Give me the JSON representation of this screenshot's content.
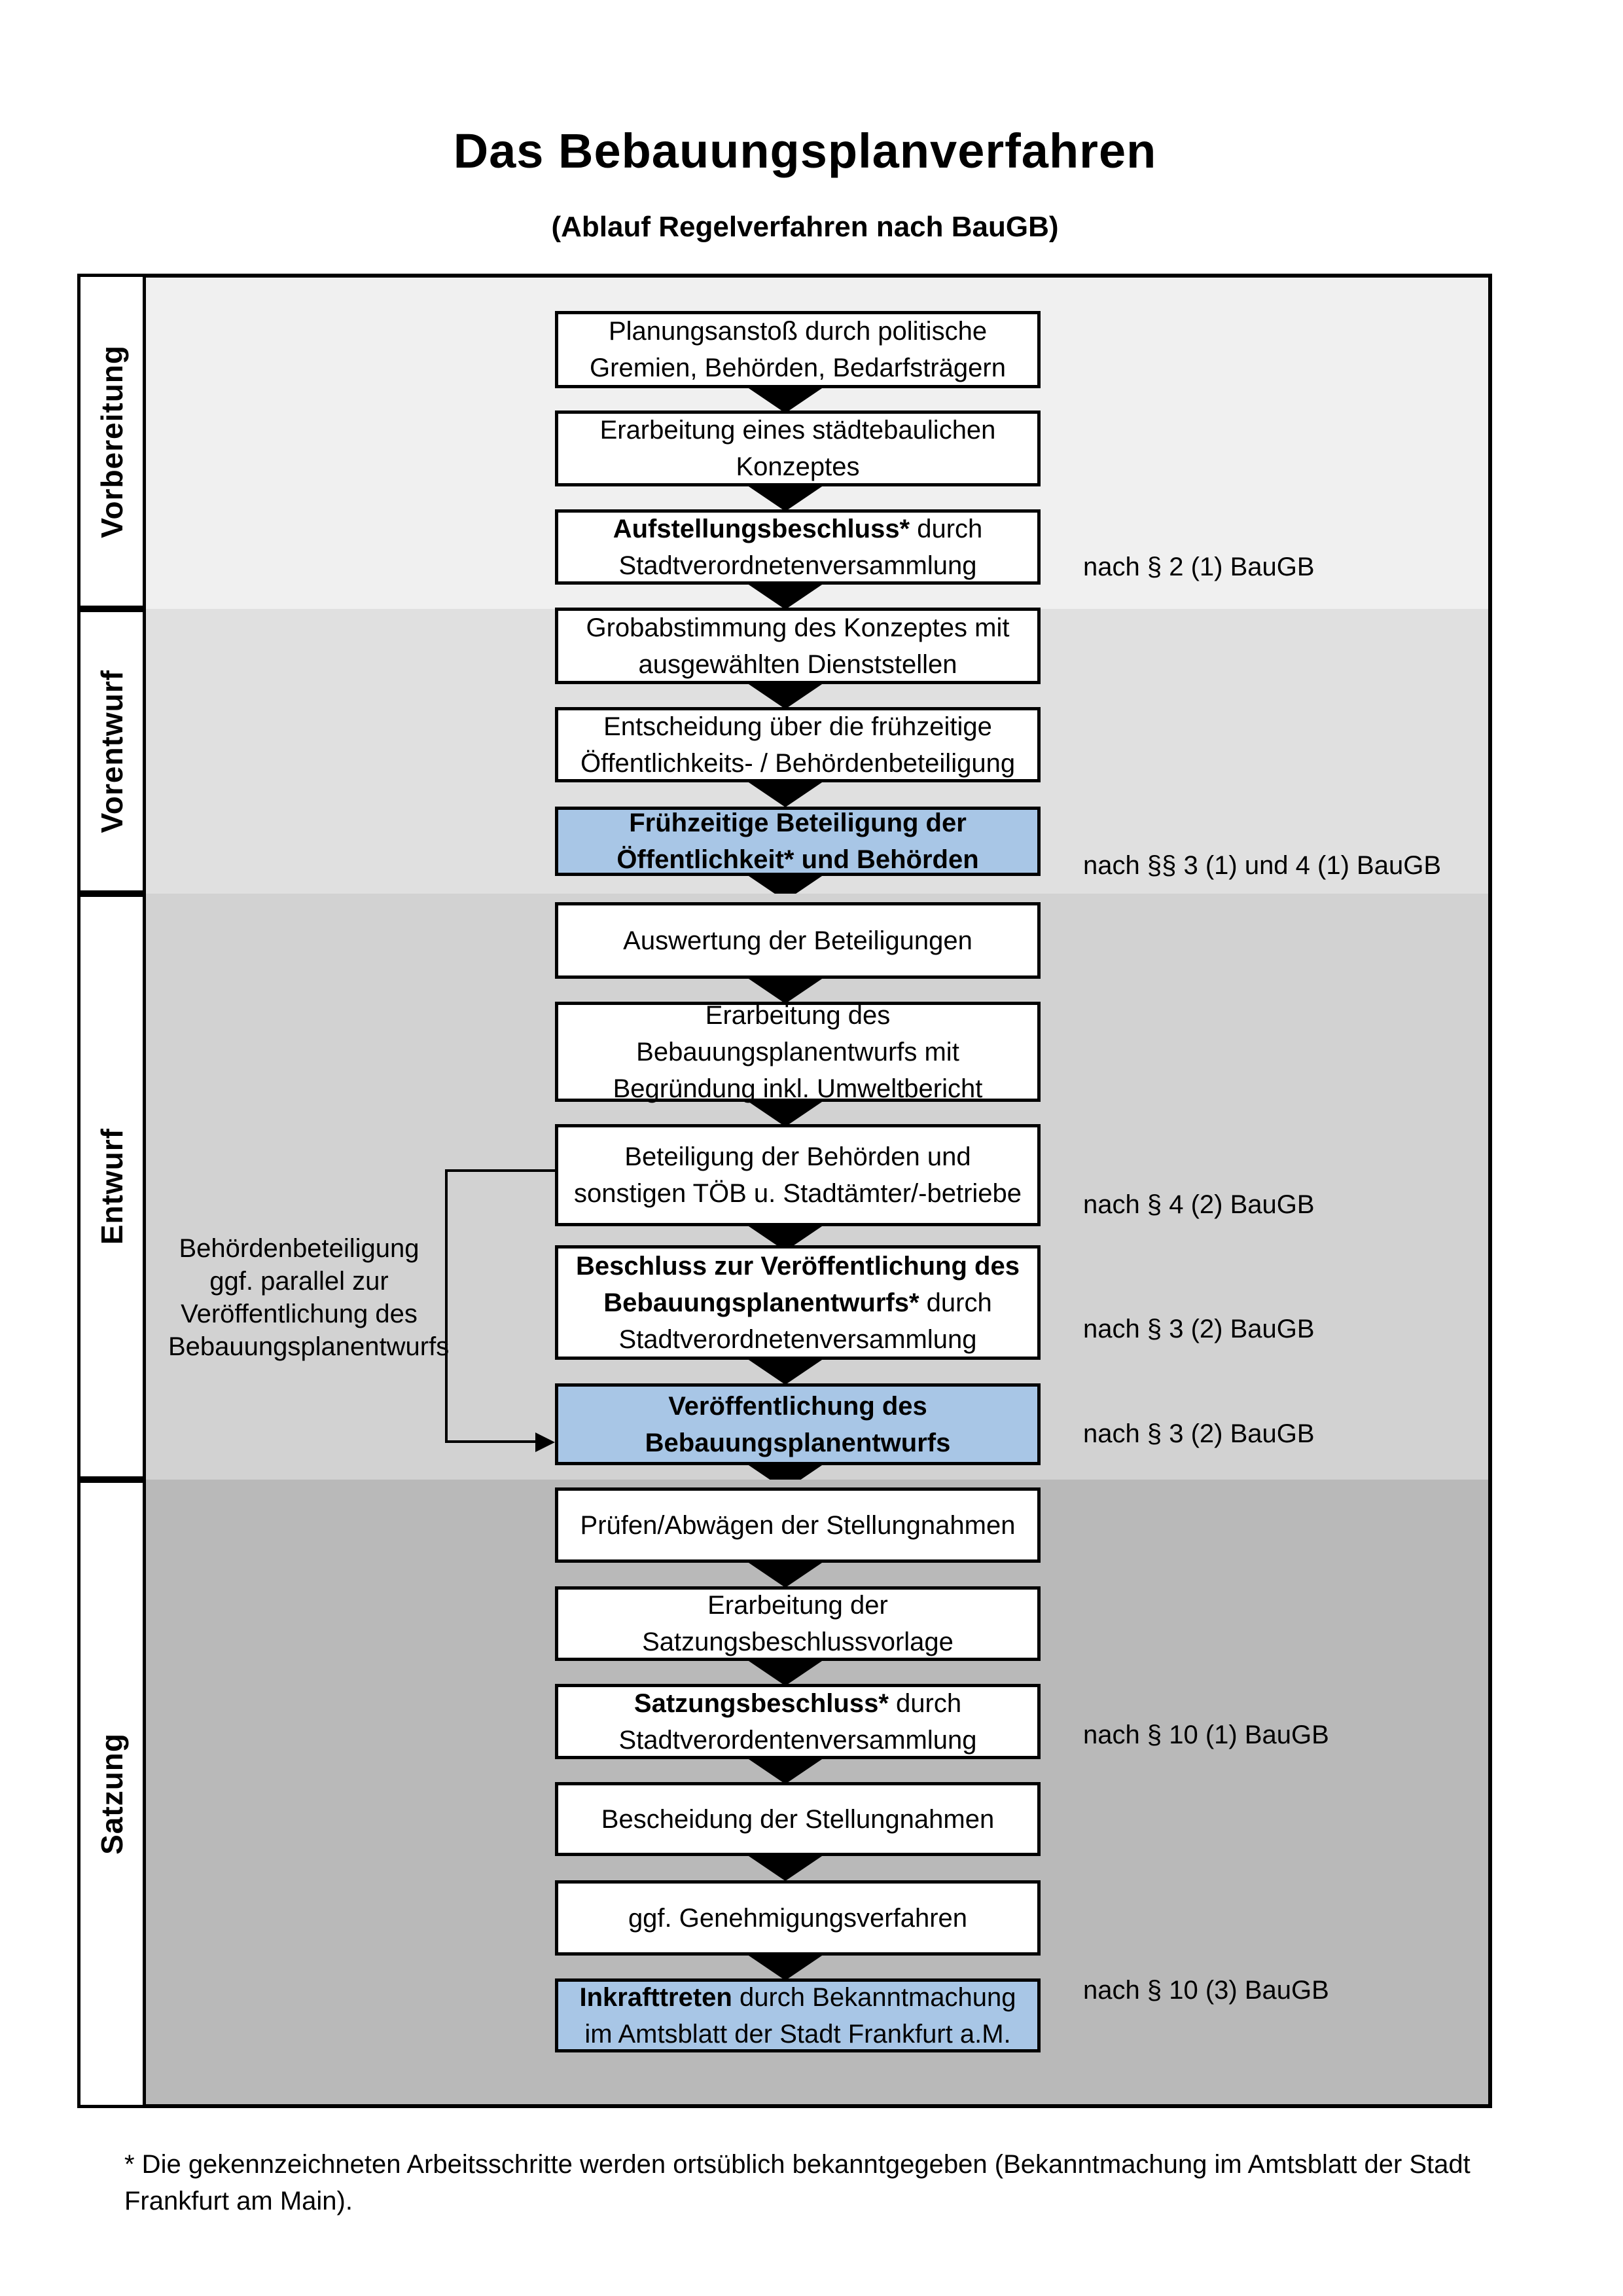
{
  "title": "Das Bebauungsplanverfahren",
  "subtitle": "(Ablauf Regelverfahren nach BauGB)",
  "side_note": {
    "lines": [
      "Behördenbeteiligung",
      "ggf. parallel zur",
      "Veröffentlichung des",
      "Bebauungsplanentwurfs"
    ]
  },
  "footnote": {
    "lines": [
      "* Die gekennzeichneten Arbeitsschritte werden ortsüblich bekanntgegeben (Bekanntmachung im Amtsblatt  der Stadt",
      "Frankfurt am Main)."
    ]
  },
  "colors": {
    "highlight_box": "#a8c6e6",
    "box_background": "#ffffff",
    "line_color": "#000000",
    "phase_backgrounds": [
      "#f0f0f0",
      "#e0e0e0",
      "#d2d2d2",
      "#b9b9b9"
    ]
  },
  "phases": [
    {
      "label": "Vorbereitung",
      "steps": [
        {
          "lines": [
            [
              {
                "t": "Planungsanstoß durch politische",
                "b": false
              }
            ],
            [
              {
                "t": "Gremien, Behörden, Bedarfsträgern",
                "b": false
              }
            ]
          ]
        },
        {
          "lines": [
            [
              {
                "t": "Erarbeitung eines städtebaulichen",
                "b": false
              }
            ],
            [
              {
                "t": "Konzeptes",
                "b": false
              }
            ]
          ]
        },
        {
          "lines": [
            [
              {
                "t": "Aufstellungsbeschluss*",
                "b": true
              },
              {
                "t": " durch",
                "b": false
              }
            ],
            [
              {
                "t": "Stadtverordnetenversammlung",
                "b": false
              }
            ]
          ],
          "ref": "nach § 2 (1) BauGB"
        }
      ]
    },
    {
      "label": "Vorentwurf",
      "steps": [
        {
          "lines": [
            [
              {
                "t": "Grobabstimmung des Konzeptes mit",
                "b": false
              }
            ],
            [
              {
                "t": "ausgewählten Dienststellen",
                "b": false
              }
            ]
          ]
        },
        {
          "lines": [
            [
              {
                "t": "Entscheidung über die frühzeitige",
                "b": false
              }
            ],
            [
              {
                "t": "Öffentlichkeits- / Behördenbeteiligung",
                "b": false
              }
            ]
          ]
        },
        {
          "highlight": true,
          "lines": [
            [
              {
                "t": "Frühzeitige Beteiligung der",
                "b": true
              }
            ],
            [
              {
                "t": "Öffentlichkeit* und Behörden",
                "b": true
              }
            ]
          ],
          "ref": "nach §§ 3 (1) und 4 (1) BauGB"
        }
      ]
    },
    {
      "label": "Entwurf",
      "steps": [
        {
          "lines": [
            [
              {
                "t": "Auswertung der Beteiligungen",
                "b": false
              }
            ]
          ]
        },
        {
          "lines": [
            [
              {
                "t": "Erarbeitung des",
                "b": false
              }
            ],
            [
              {
                "t": "Bebauungsplanentwurfs mit",
                "b": false
              }
            ],
            [
              {
                "t": "Begründung inkl. Umweltbericht",
                "b": false
              }
            ]
          ]
        },
        {
          "lines": [
            [
              {
                "t": "Beteiligung der Behörden und",
                "b": false
              }
            ],
            [
              {
                "t": "sonstigen TÖB u. Stadtämter/-betriebe",
                "b": false
              }
            ]
          ],
          "ref": "nach § 4 (2) BauGB"
        },
        {
          "lines": [
            [
              {
                "t": "Beschluss zur Veröffentlichung des",
                "b": true
              }
            ],
            [
              {
                "t": "Bebauungsplanentwurfs*",
                "b": true
              },
              {
                "t": " durch",
                "b": false
              }
            ],
            [
              {
                "t": "Stadtverordnetenversammlung",
                "b": false
              }
            ]
          ],
          "ref": "nach § 3 (2) BauGB"
        },
        {
          "highlight": true,
          "lines": [
            [
              {
                "t": "Veröffentlichung des",
                "b": true
              }
            ],
            [
              {
                "t": "Bebauungsplanentwurfs",
                "b": true
              }
            ]
          ],
          "ref": "nach § 3 (2) BauGB"
        }
      ]
    },
    {
      "label": "Satzung",
      "steps": [
        {
          "lines": [
            [
              {
                "t": "Prüfen/Abwägen der Stellungnahmen",
                "b": false
              }
            ]
          ]
        },
        {
          "lines": [
            [
              {
                "t": "Erarbeitung der",
                "b": false
              }
            ],
            [
              {
                "t": "Satzungsbeschlussvorlage",
                "b": false
              }
            ]
          ]
        },
        {
          "lines": [
            [
              {
                "t": "Satzungsbeschluss*",
                "b": true
              },
              {
                "t": " durch",
                "b": false
              }
            ],
            [
              {
                "t": "Stadtverordentenversammlung",
                "b": false
              }
            ]
          ],
          "ref": "nach § 10 (1) BauGB"
        },
        {
          "lines": [
            [
              {
                "t": "Bescheidung der Stellungnahmen",
                "b": false
              }
            ]
          ]
        },
        {
          "lines": [
            [
              {
                "t": "ggf. Genehmigungsverfahren",
                "b": false
              }
            ]
          ]
        },
        {
          "highlight": true,
          "lines": [
            [
              {
                "t": "Inkrafttreten",
                "b": true
              },
              {
                "t": " durch Bekanntmachung",
                "b": false
              }
            ],
            [
              {
                "t": "im Amtsblatt der Stadt Frankfurt a.M.",
                "b": false
              }
            ]
          ],
          "ref": "nach § 10 (3) BauGB"
        }
      ]
    }
  ]
}
